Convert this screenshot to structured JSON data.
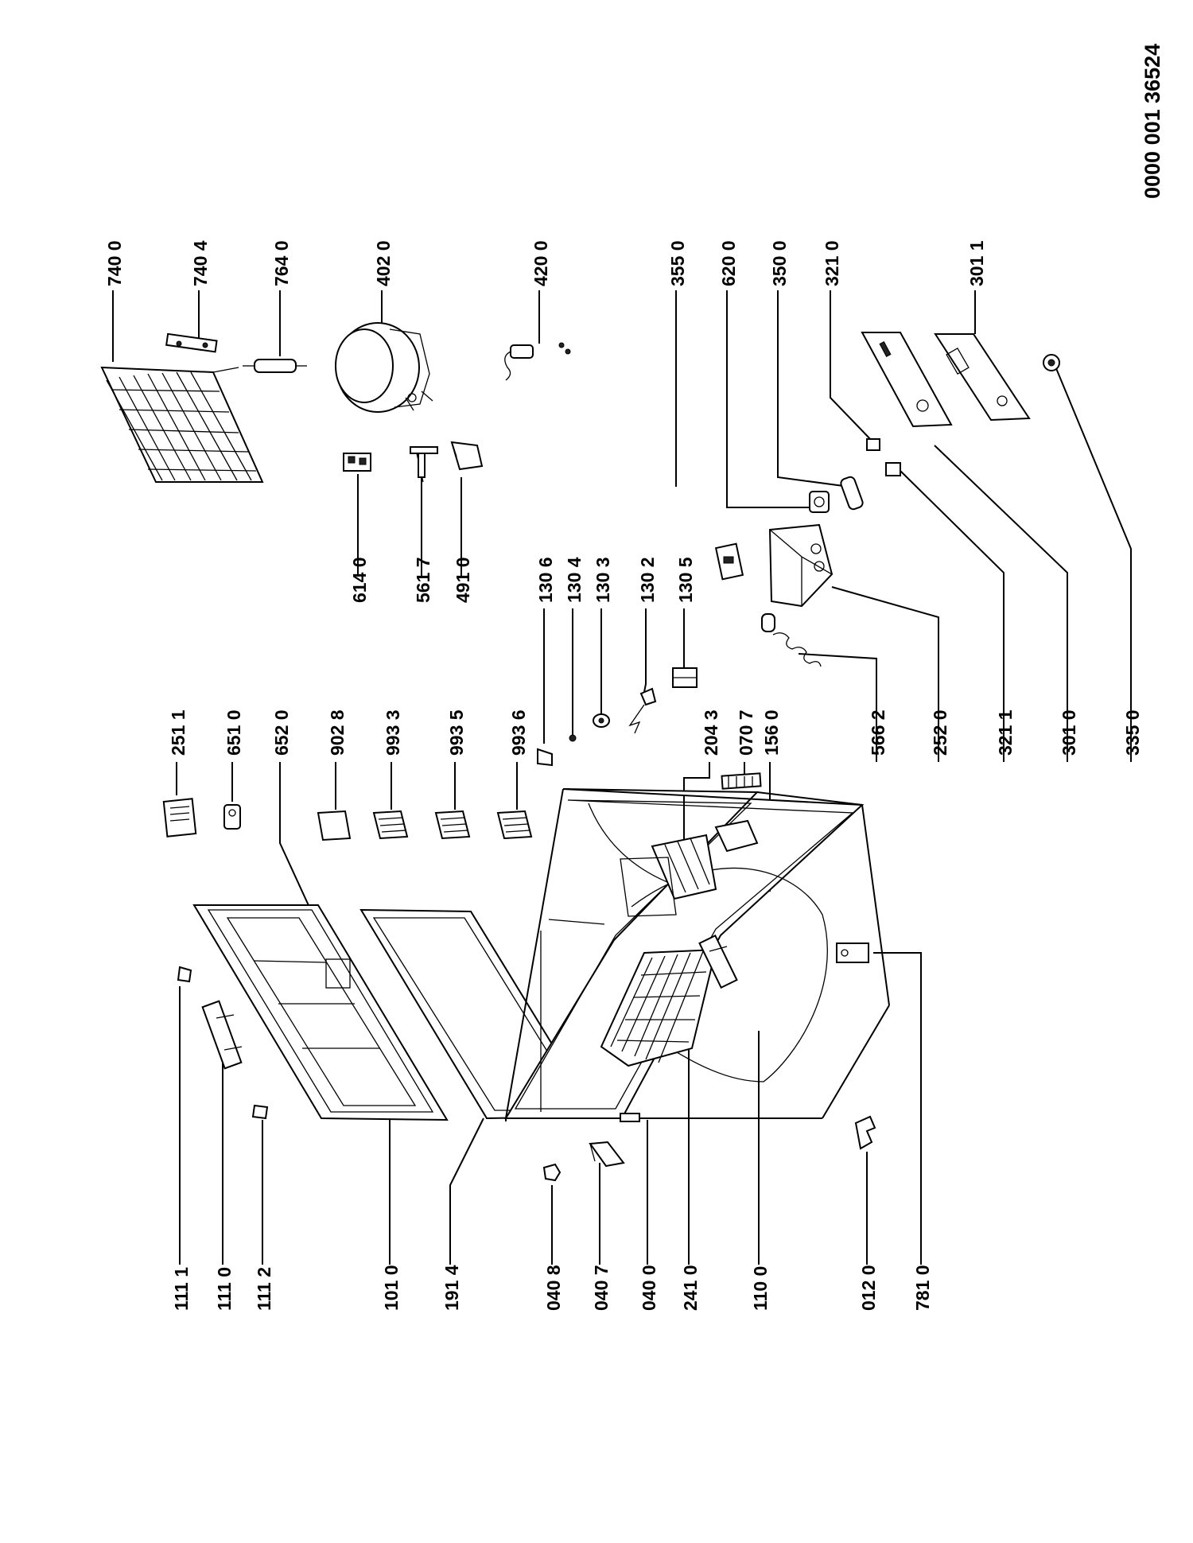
{
  "document_number": "0000 001 36524",
  "labels": {
    "p7400": "740 0",
    "p7404": "740 4",
    "p7640": "764 0",
    "p4020": "402 0",
    "p4200": "420 0",
    "p3550": "355 0",
    "p6200": "620 0",
    "p3500": "350 0",
    "p3210": "321 0",
    "p3011": "301 1",
    "p6140": "614 0",
    "p5617": "561 7",
    "p4910": "491 0",
    "p1306": "130 6",
    "p1304": "130 4",
    "p1303": "130 3",
    "p1302": "130 2",
    "p1305": "130 5",
    "p2511": "251 1",
    "p6510": "651 0",
    "p6520": "652 0",
    "p9028": "902 8",
    "p9933": "993 3",
    "p9935": "993 5",
    "p9936": "993 6",
    "p2043": "204 3",
    "p0707": "070 7",
    "p1560": "156 0",
    "p5662": "566 2",
    "p2520": "252 0",
    "p3211": "321 1",
    "p3010": "301 0",
    "p3350": "335 0",
    "p1111": "111 1",
    "p1110": "111 0",
    "p1112": "111 2",
    "p1010": "101 0",
    "p1914": "191 4",
    "p0408": "040 8",
    "p0407": "040 7",
    "p0400": "040 0",
    "p2410": "241 0",
    "p1100": "110 0",
    "p0120": "012 0",
    "p7810": "781 0"
  }
}
